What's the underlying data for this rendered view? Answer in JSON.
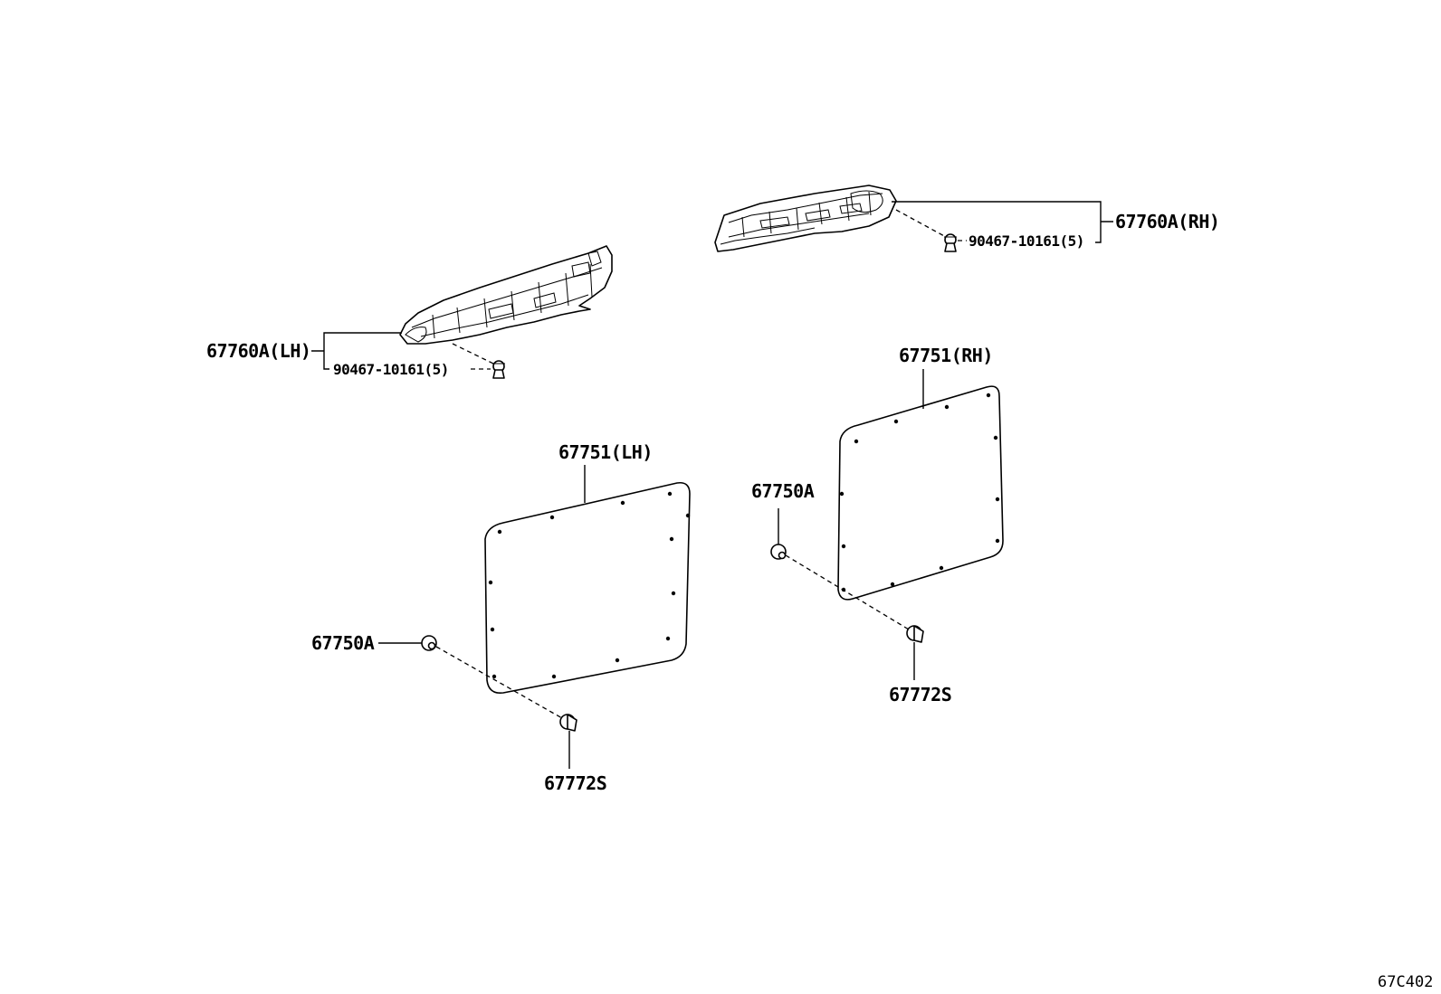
{
  "labels": {
    "trim_rh": "67760A(RH)",
    "clip_rh": "90467-10161(5)",
    "trim_lh": "67760A(LH)",
    "clip_lh": "90467-10161(5)",
    "panel_rh": "67751(RH)",
    "panel_lh": "67751(LH)",
    "grommet_rh": "67750A",
    "grommet_lh": "67750A",
    "screw_rh": "67772S",
    "screw_lh": "67772S"
  },
  "diagram_code": "67C402"
}
